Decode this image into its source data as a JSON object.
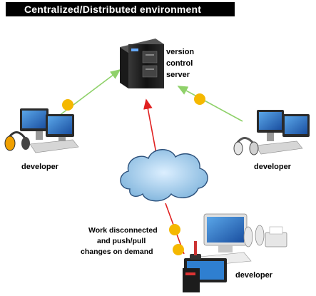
{
  "title": "Centralized/Distributed environment",
  "server": {
    "label_lines": [
      "version",
      "control",
      "server"
    ]
  },
  "developers": {
    "left": "developer",
    "right": "developer",
    "bottom": "developer"
  },
  "note_lines": [
    "Work disconnected",
    "and push/pull",
    "changes on demand"
  ],
  "icons": [
    "server-tower-icon",
    "desktop-computer-icon",
    "headset-icon",
    "cloud-icon",
    "laptop-workstation-icon",
    "speaker-icon",
    "printer-icon",
    "joystick-icon"
  ],
  "colors": {
    "title_bg": "#000000",
    "green_link": "#8fd16a",
    "red_link": "#e02020",
    "connector_dot": "#f5b800",
    "cloud": "#8ec3e6"
  }
}
